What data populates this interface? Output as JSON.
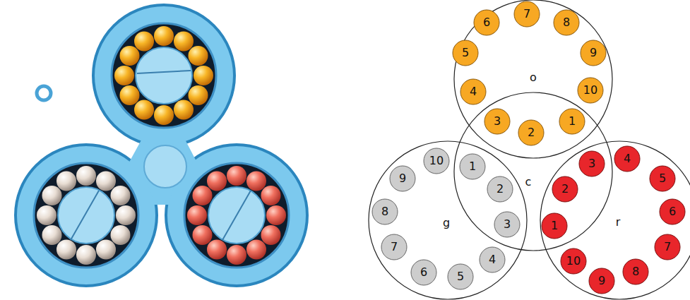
{
  "diagram": {
    "nodes": [
      {
        "text": [
          "o"
        ]
      },
      {
        "text": [
          "1"
        ],
        "in": 0
      },
      {
        "text": [
          "2"
        ],
        "in": 0
      },
      {
        "text": [
          "3"
        ],
        "in": 0
      },
      {
        "text": [
          "4"
        ],
        "in": 0
      },
      {
        "text": [
          "5"
        ],
        "in": 0
      },
      {
        "text": [
          "6"
        ],
        "in": 0
      },
      {
        "text": [
          "7"
        ],
        "in": 0
      },
      {
        "text": [
          "8"
        ],
        "in": 0
      },
      {
        "text": [
          "9"
        ],
        "in": 0
      },
      {
        "text": [
          "10"
        ],
        "in": 0
      },
      {
        "text": [
          "c"
        ]
      },
      {
        "text": [
          "g"
        ]
      },
      {
        "text": [
          "1"
        ],
        "in": 12
      },
      {
        "text": [
          "2"
        ],
        "in": 12
      },
      {
        "text": [
          "3"
        ],
        "in": 12
      },
      {
        "text": [
          "4"
        ],
        "in": 12
      },
      {
        "text": [
          "5"
        ],
        "in": 12
      },
      {
        "text": [
          "6"
        ],
        "in": 12
      },
      {
        "text": [
          "7"
        ],
        "in": 12
      },
      {
        "text": [
          "8"
        ],
        "in": 12
      },
      {
        "text": [
          "9"
        ],
        "in": 12
      },
      {
        "text": [
          "10"
        ],
        "in": 12
      },
      {
        "text": [
          "r"
        ]
      },
      {
        "text": [
          "1"
        ],
        "in": 23
      },
      {
        "text": [
          "2"
        ],
        "in": 23
      },
      {
        "text": [
          "3"
        ],
        "in": 23
      },
      {
        "text": [
          "4"
        ],
        "in": 23
      },
      {
        "text": [
          "5"
        ],
        "in": 23
      },
      {
        "text": [
          "6"
        ],
        "in": 23
      },
      {
        "text": [
          "7"
        ],
        "in": 23
      },
      {
        "text": [
          "8"
        ],
        "in": 23
      },
      {
        "text": [
          "9"
        ],
        "in": 23
      },
      {
        "text": [
          "10"
        ],
        "in": 23
      }
    ]
  }
}
